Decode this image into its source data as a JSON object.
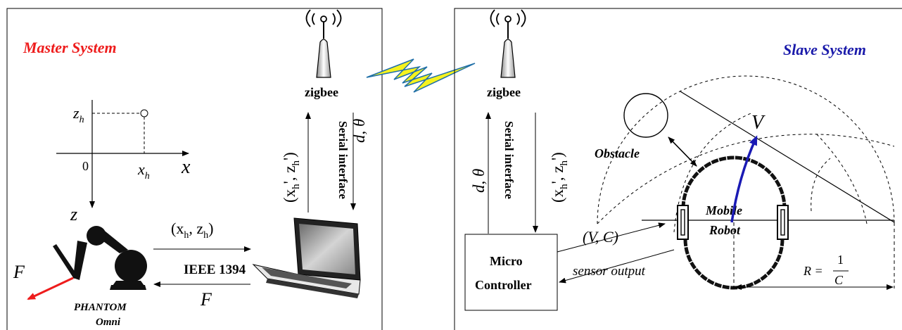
{
  "master": {
    "title": "Master System",
    "title_color": "#ee1c1c",
    "zigbee_label": "zigbee",
    "serial_label": "Serial interface",
    "axes": {
      "origin": "0",
      "x_axis": "x",
      "z_axis": "z",
      "xh": "x",
      "xh_sub": "h",
      "zh": "z",
      "zh_sub": "h"
    },
    "link_up_label": {
      "open": "(x",
      "sub1": "h",
      "mid": "', z",
      "sub2": "h",
      "close": "')"
    },
    "link_down_label": "d, θ",
    "usb_top_label": {
      "open": "(x",
      "sub1": "h",
      "mid": ", z",
      "sub2": "h",
      "close": ")"
    },
    "ieee_label": "IEEE 1394",
    "force_label": "F",
    "robot_force_label": "F",
    "force_color": "#ee1c1c",
    "device_label_1": "PHANTOM",
    "device_label_2": "Omni"
  },
  "slave": {
    "title": "Slave System",
    "title_color": "#1a1aaa",
    "zigbee_label": "zigbee",
    "serial_label": "Serial interface",
    "link_up_label": "d, θ",
    "link_down_label": {
      "open": "(x",
      "sub1": "h",
      "mid": "', z",
      "sub2": "h",
      "close": "')"
    },
    "controller_line1": "Micro",
    "controller_line2": "Controller",
    "command_label": "(V, C)",
    "sensor_label": "sensor output",
    "obstacle_label": "Obstacle",
    "robot_line1": "Mobile",
    "robot_line2": "Robot",
    "velocity_label": "V",
    "velocity_color": "#1a1ab4",
    "radius_label": {
      "lhs": "R =",
      "num": "1",
      "den": "C"
    }
  },
  "wireless": {
    "bolt_color": "#f5f21e",
    "bolt_stroke": "#1f6fa8"
  }
}
